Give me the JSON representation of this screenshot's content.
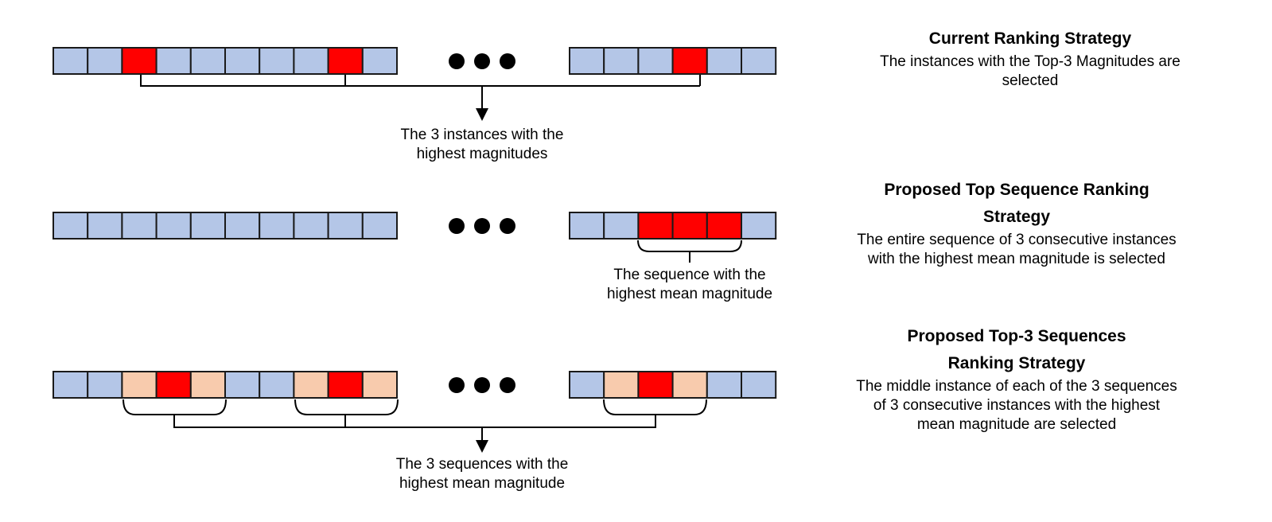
{
  "colors": {
    "normal": "#b4c6e7",
    "selected": "#ff0000",
    "neighbor": "#f8cbad",
    "outline": "#1a1a1a"
  },
  "rows": [
    {
      "left": [
        "normal",
        "normal",
        "selected",
        "normal",
        "normal",
        "normal",
        "normal",
        "normal",
        "selected",
        "normal"
      ],
      "right": [
        "normal",
        "normal",
        "normal",
        "selected",
        "normal",
        "normal"
      ],
      "caption_lines": [
        "The 3 instances with the",
        "highest magnitudes"
      ],
      "title": "Current Ranking Strategy",
      "description": [
        "The instances with the Top-3 Magnitudes are",
        "selected"
      ]
    },
    {
      "left": [
        "normal",
        "normal",
        "normal",
        "normal",
        "normal",
        "normal",
        "normal",
        "normal",
        "normal",
        "normal"
      ],
      "right": [
        "normal",
        "normal",
        "selected",
        "selected",
        "selected",
        "normal"
      ],
      "caption_lines": [
        "The sequence with the",
        "highest mean magnitude"
      ],
      "title": "Proposed Top Sequence Ranking Strategy",
      "description": [
        "The entire sequence of 3 consecutive instances",
        "with the highest mean magnitude is selected"
      ]
    },
    {
      "left": [
        "normal",
        "normal",
        "neighbor",
        "selected",
        "neighbor",
        "normal",
        "normal",
        "neighbor",
        "selected",
        "neighbor"
      ],
      "right": [
        "normal",
        "neighbor",
        "selected",
        "neighbor",
        "normal",
        "normal"
      ],
      "caption_lines": [
        "The 3 sequences with the",
        "highest mean magnitude"
      ],
      "title": "Proposed Top-3 Sequences Ranking Strategy",
      "description": [
        "The middle instance of each of the 3 sequences",
        "of 3 consecutive instances with the highest",
        "mean magnitude are selected"
      ]
    }
  ]
}
